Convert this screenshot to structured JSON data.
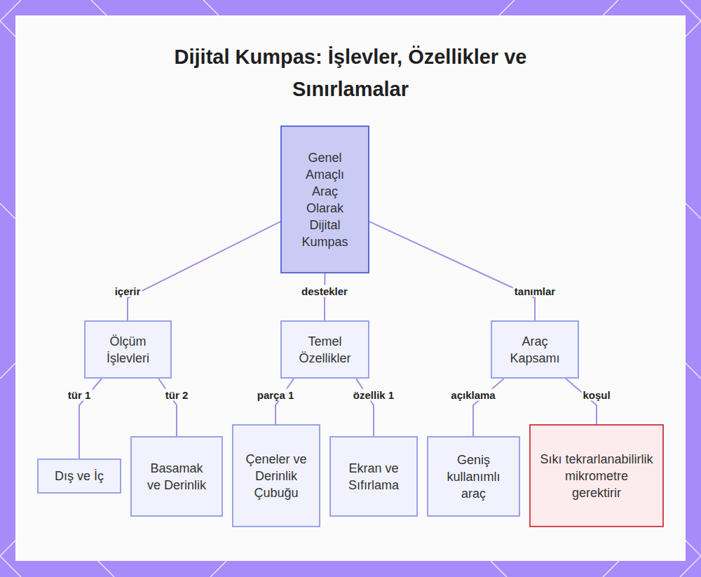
{
  "diagram": {
    "title": "Dijital Kumpas: İşlevler, Özellikler ve Sınırlamalar",
    "nodes": [
      {
        "text": [
          "Genel Amaçlı Araç Olarak Dijital Kumpas"
        ]
      },
      {
        "text": [
          "Ölçüm İşlevleri"
        ]
      },
      {
        "text": [
          "Temel Özellikler"
        ]
      },
      {
        "text": [
          "Araç Kapsamı"
        ]
      },
      {
        "text": [
          "Dış ve İç"
        ]
      },
      {
        "text": [
          "Basamak ve Derinlik"
        ]
      },
      {
        "text": [
          "Çeneler ve Derinlik Çubuğu"
        ]
      },
      {
        "text": [
          "Ekran ve Sıfırlama"
        ]
      },
      {
        "text": [
          "Geniş kullanımlı araç"
        ]
      },
      {
        "text": [
          "Sıkı tekrarlanabilirlik mikrometre gerektirir"
        ]
      }
    ],
    "edges": [
      {
        "from": 0,
        "to": 1,
        "label": "içerir",
        "arrow": "none"
      },
      {
        "from": 0,
        "to": 2,
        "label": "destekler",
        "arrow": "none"
      },
      {
        "from": 0,
        "to": 3,
        "label": "tanımlar",
        "arrow": "none"
      },
      {
        "from": 1,
        "to": 4,
        "label": "tür 1",
        "arrow": "none"
      },
      {
        "from": 1,
        "to": 5,
        "label": "tür 2",
        "arrow": "none"
      },
      {
        "from": 2,
        "to": 6,
        "label": "parça 1",
        "arrow": "none"
      },
      {
        "from": 2,
        "to": 7,
        "label": "özellik 1",
        "arrow": "none"
      },
      {
        "from": 3,
        "to": 8,
        "label": "açıklama",
        "arrow": "none"
      },
      {
        "from": 3,
        "to": 9,
        "label": "koşul",
        "arrow": "none"
      }
    ]
  }
}
